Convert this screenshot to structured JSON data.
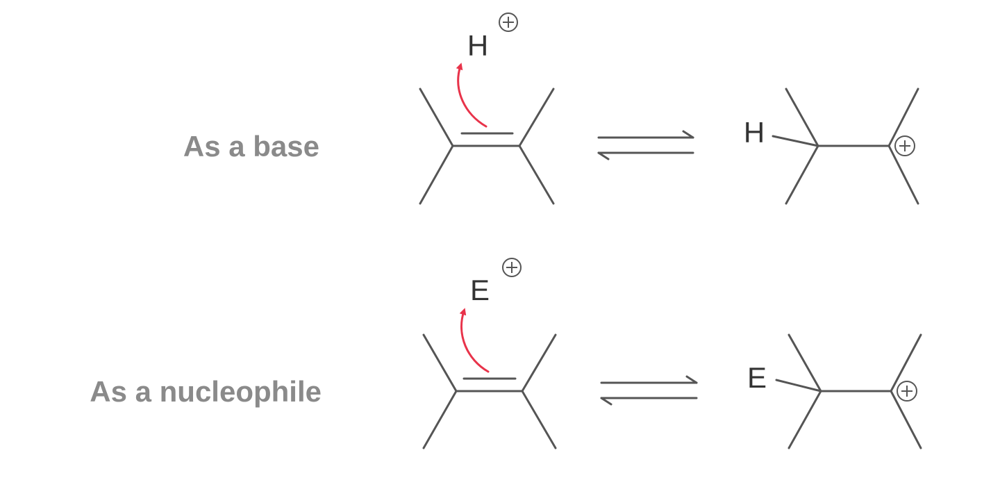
{
  "colors": {
    "bond": "#555555",
    "label": "#8a8a8a",
    "electron_arrow": "#e8334a"
  },
  "reactions": [
    {
      "label": "As a base",
      "electrophile": "H",
      "charge": "+",
      "product_atom": "H",
      "product_charge": "+"
    },
    {
      "label": "As a nucleophile",
      "electrophile": "E",
      "charge": "+",
      "product_atom": "E",
      "product_charge": "+"
    }
  ]
}
